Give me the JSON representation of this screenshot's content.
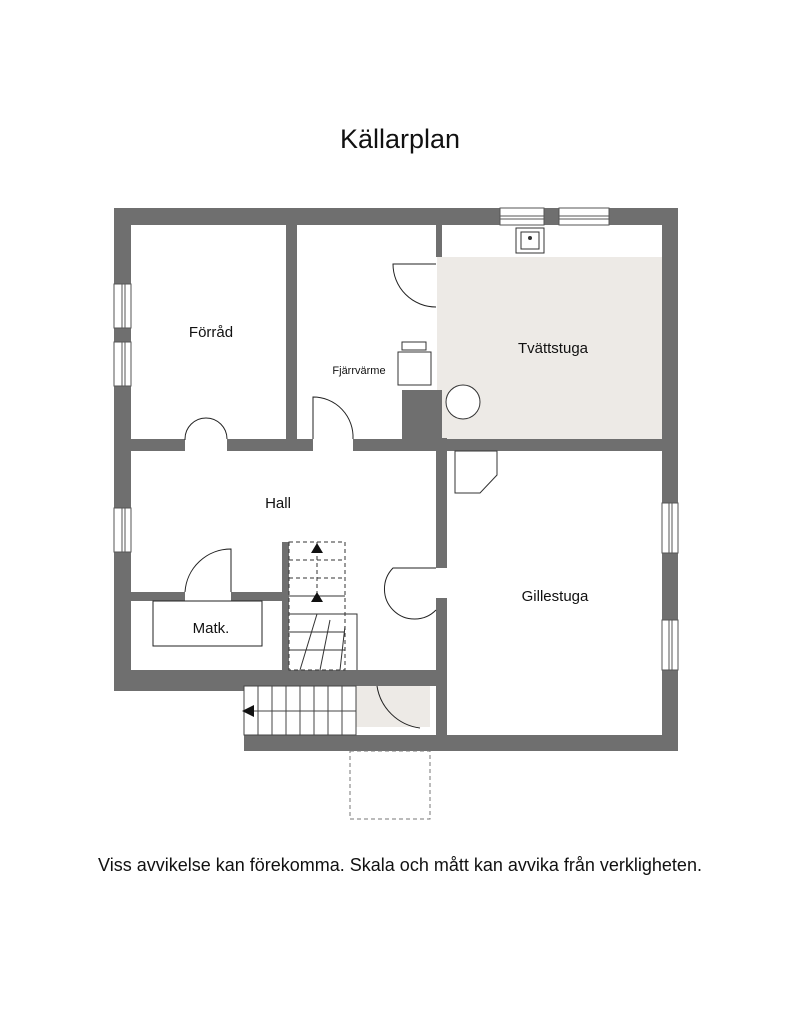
{
  "title": "Källarplan",
  "rooms": {
    "forrad": "Förråd",
    "fjarrvarme": "Fjärrvärme",
    "tvattstuga": "Tvättstuga",
    "hall": "Hall",
    "matk": "Matk.",
    "gillestuga": "Gillestuga"
  },
  "disclaimer": "Viss avvikelse kan förekomma. Skala och mått kan avvika från verkligheten.",
  "colors": {
    "wall": "#6f6f6f",
    "laundry_floor": "#edeae6",
    "landing_floor": "#edeae6",
    "line": "#222222"
  }
}
